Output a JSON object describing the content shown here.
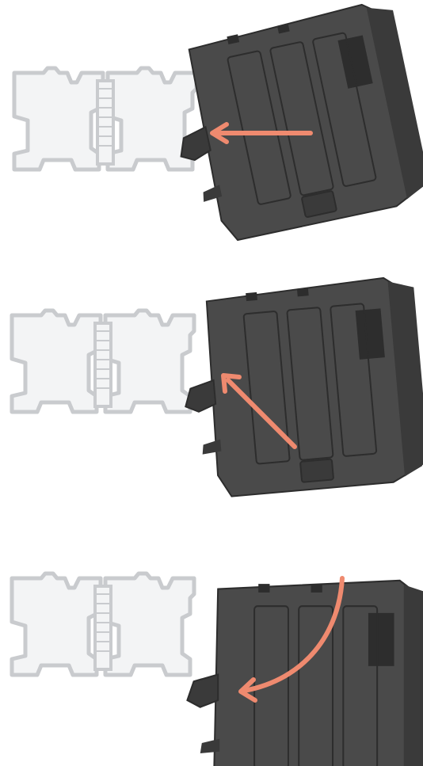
{
  "diagram": {
    "title": "",
    "steps": [
      {
        "id": "step-1",
        "motion": "push-left",
        "arrow_icon": "straight-arrow-left-icon"
      },
      {
        "id": "step-2",
        "motion": "push-up-left",
        "arrow_icon": "diagonal-arrow-up-left-icon"
      },
      {
        "id": "step-3",
        "motion": "rotate-clip",
        "arrow_icon": "curved-arrow-icon"
      }
    ],
    "colors": {
      "profile_outline": "#c9cbce",
      "profile_fill": "#f3f4f5",
      "housing": "#4a4a4a",
      "housing_dark": "#3a3a3a",
      "housing_edge": "#2d2d2d",
      "arrow": "#ef8a6f"
    }
  }
}
